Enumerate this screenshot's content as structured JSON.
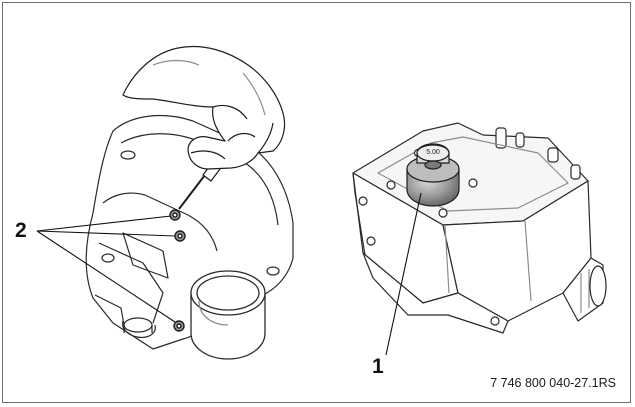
{
  "callouts": {
    "item_1": "1",
    "item_2": "2"
  },
  "dial_marking": "5.00",
  "reference_code": "7 746 800 040-27.1RS",
  "colors": {
    "line": "#2a2a2a",
    "shade": "#8c8c8c",
    "frame": "#6f6f6f"
  }
}
